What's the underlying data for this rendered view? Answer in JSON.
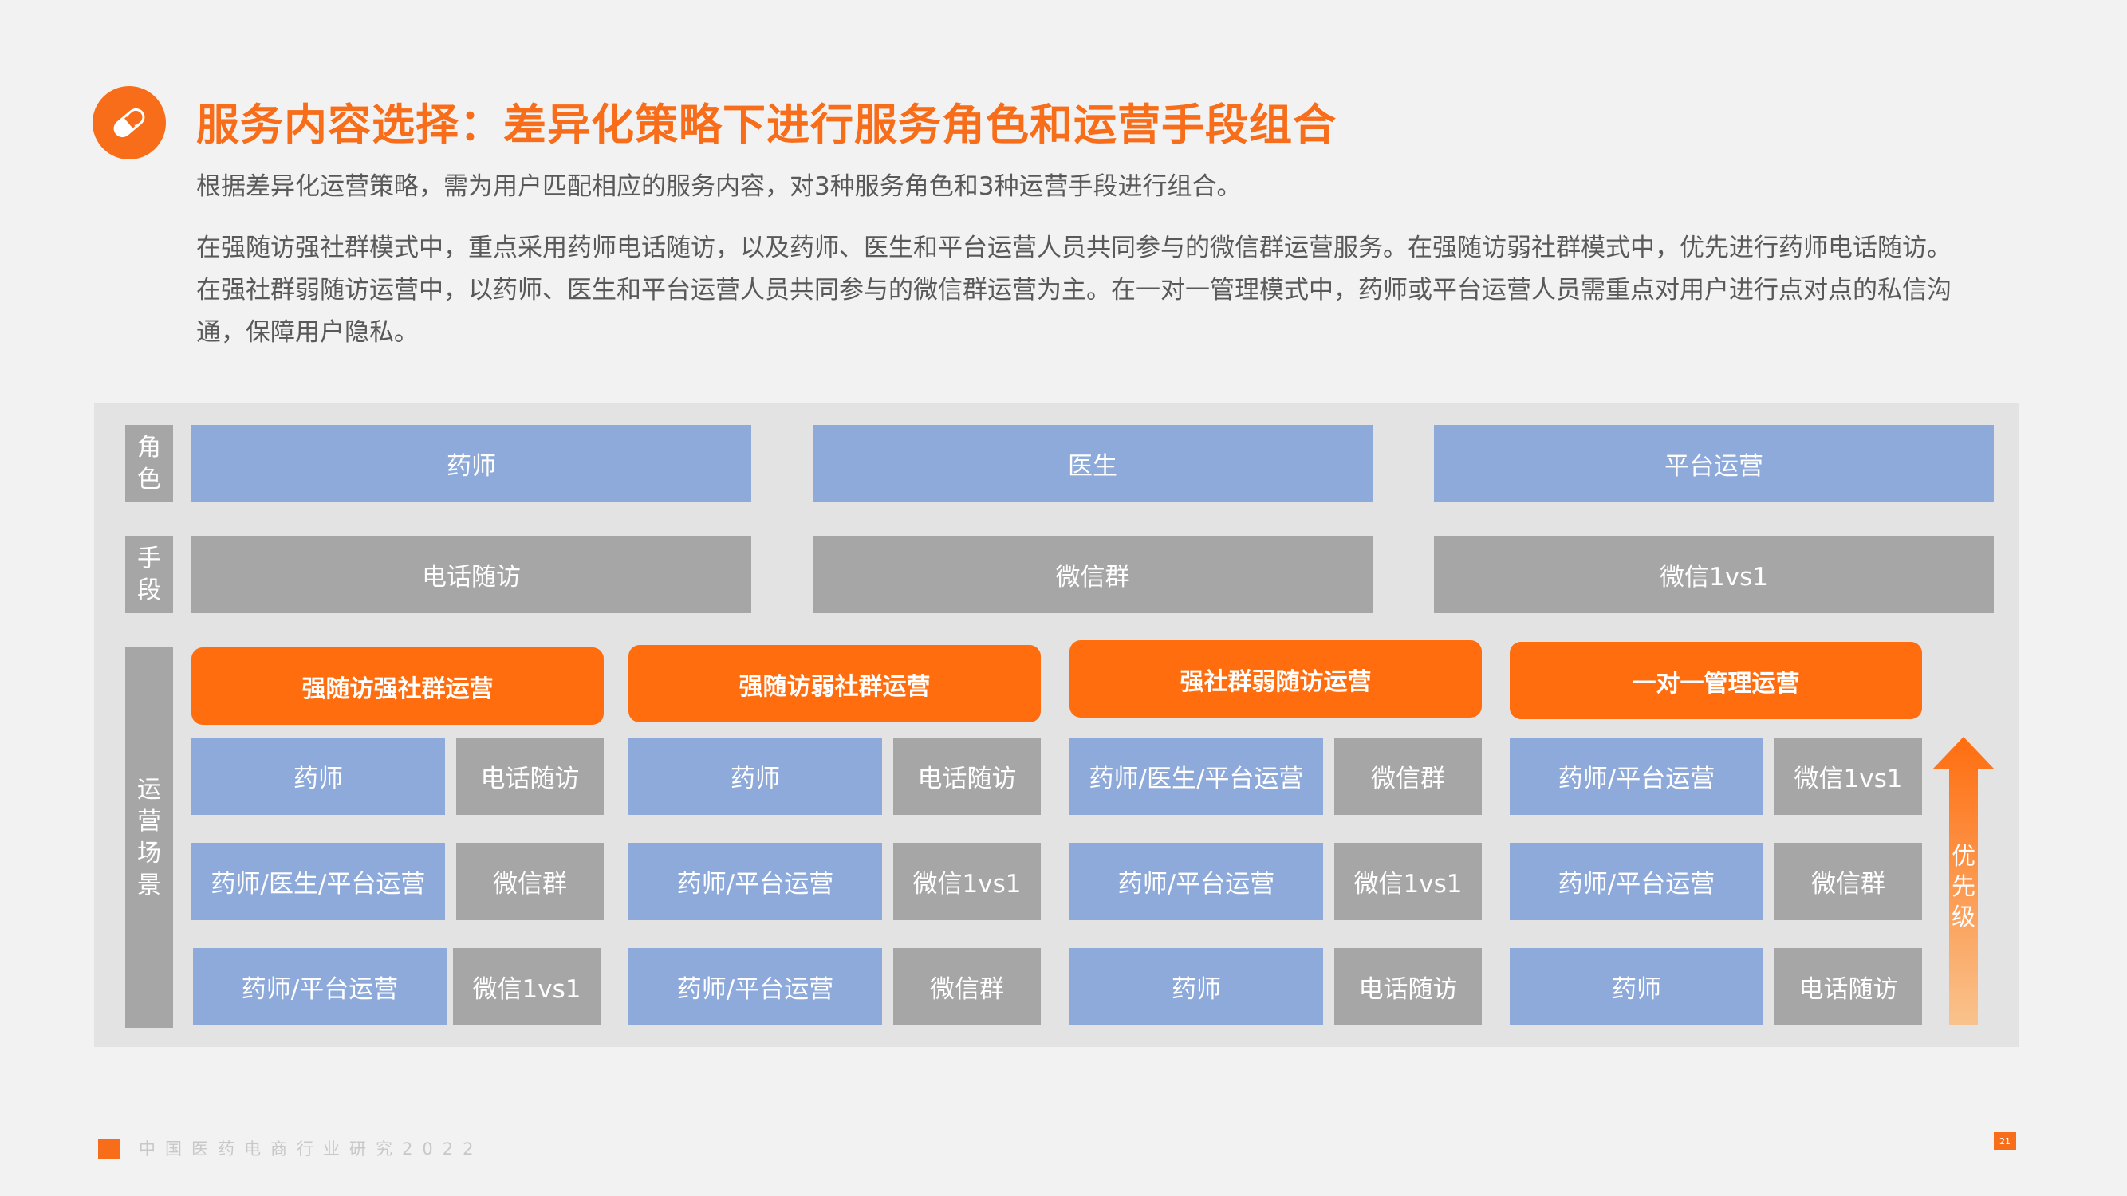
{
  "header": {
    "title": "服务内容选择：差异化策略下进行服务角色和运营手段组合",
    "subtitle": "根据差异化运营策略，需为用户匹配相应的服务内容，对3种服务角色和3种运营手段进行组合。",
    "paragraph": "在强随访强社群模式中，重点采用药师电话随访，以及药师、医生和平台运营人员共同参与的微信群运营服务。在强随访弱社群模式中，优先进行药师电话随访。在强社群弱随访运营中，以药师、医生和平台运营人员共同参与的微信群运营为主。在一对一管理模式中，药师或平台运营人员需重点对用户进行点对点的私信沟通，保障用户隐私。"
  },
  "diagram": {
    "row_labels": {
      "roles": [
        "角",
        "色"
      ],
      "methods": [
        "手",
        "段"
      ],
      "scenarios": [
        "运",
        "营",
        "场",
        "景"
      ]
    },
    "roles": [
      "药师",
      "医生",
      "平台运营"
    ],
    "methods": [
      "电话随访",
      "微信群",
      "微信1vs1"
    ],
    "scenarios": [
      {
        "name": "强随访强社群运营",
        "rows": [
          {
            "role": "药师",
            "method": "电话随访"
          },
          {
            "role": "药师/医生/平台运营",
            "method": "微信群"
          },
          {
            "role": "药师/平台运营",
            "method": "微信1vs1"
          }
        ]
      },
      {
        "name": "强随访弱社群运营",
        "rows": [
          {
            "role": "药师",
            "method": "电话随访"
          },
          {
            "role": "药师/平台运营",
            "method": "微信1vs1"
          },
          {
            "role": "药师/平台运营",
            "method": "微信群"
          }
        ]
      },
      {
        "name": "强社群弱随访运营",
        "rows": [
          {
            "role": "药师/医生/平台运营",
            "method": "微信群"
          },
          {
            "role": "药师/平台运营",
            "method": "微信1vs1"
          },
          {
            "role": "药师",
            "method": "电话随访"
          }
        ]
      },
      {
        "name": "一对一管理运营",
        "rows": [
          {
            "role": "药师/平台运营",
            "method": "微信1vs1"
          },
          {
            "role": "药师/平台运营",
            "method": "微信群"
          },
          {
            "role": "药师",
            "method": "电话随访"
          }
        ]
      }
    ],
    "priority_label": [
      "优",
      "先",
      "级"
    ]
  },
  "colors": {
    "accent": "#f76d1a",
    "role_blue": "#8eaadb",
    "method_gray": "#a6a6a6",
    "scenario_orange": "#ff6d0f"
  },
  "footer": {
    "text": "中国医药电商行业研究2022",
    "page": "21"
  }
}
